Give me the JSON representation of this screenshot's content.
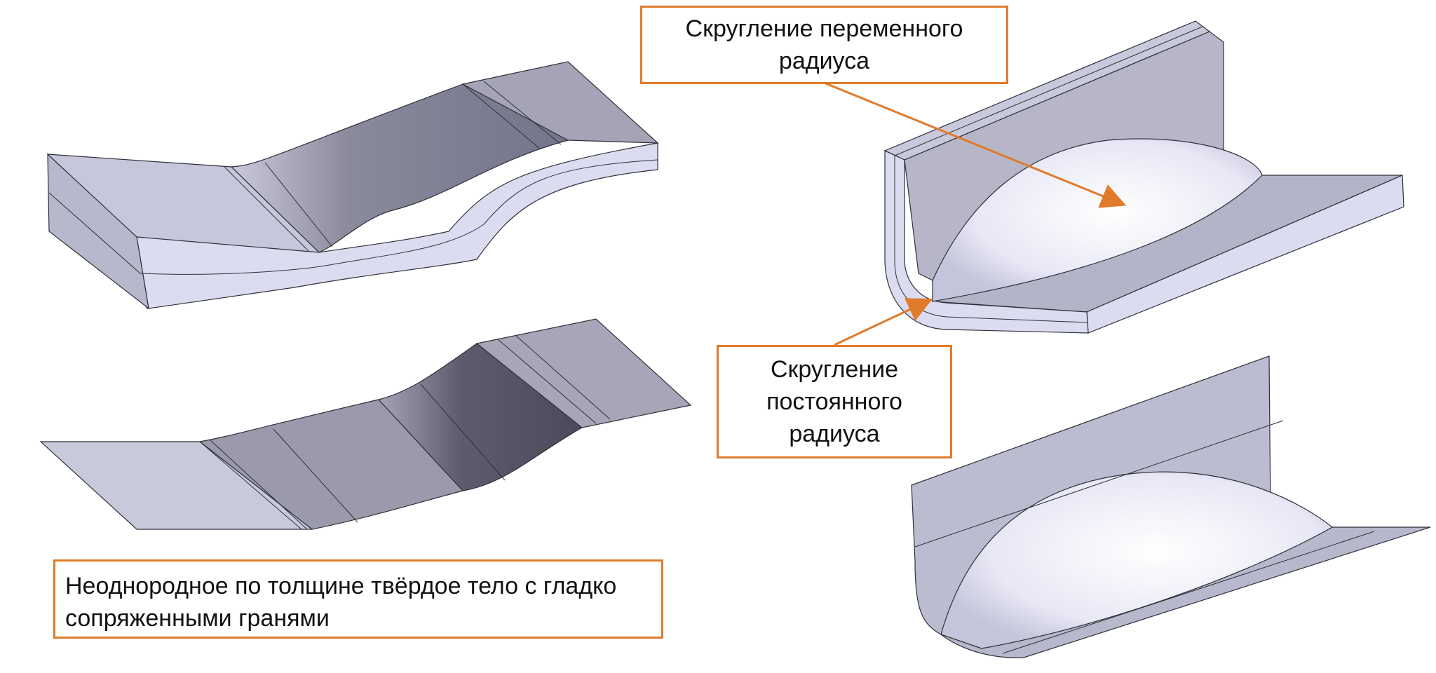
{
  "colors": {
    "callout_border": "#e07b2a",
    "arrow": "#e07b2a",
    "face_light": "#dcdcf0",
    "face_mid": "#b9b9cc",
    "face_dark": "#7a7a8c",
    "edge": "#2f2f3a"
  },
  "callouts": {
    "variable_radius": {
      "lines": [
        "Скругление переменного",
        "радиуса"
      ]
    },
    "constant_radius": {
      "lines": [
        "Скругление",
        "постоянного",
        "радиуса"
      ]
    }
  },
  "note": {
    "lines": [
      "Неоднородное по толщине твёрдое тело с гладко",
      "сопряженными гранями"
    ]
  }
}
